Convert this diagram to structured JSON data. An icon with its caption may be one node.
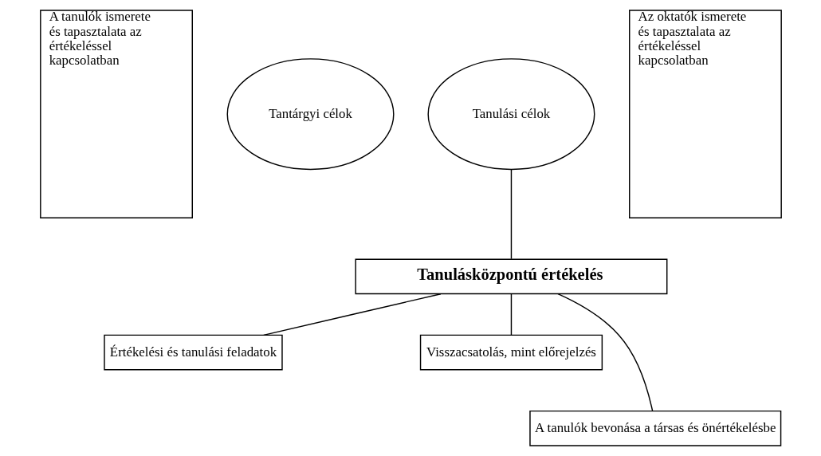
{
  "diagram": {
    "nodes": [
      {
        "text": [
          "A tanulók ismerete és tapasztalata az értékeléssel kapcsolatban"
        ]
      },
      {
        "text": [
          "Tantárgyi célok"
        ]
      },
      {
        "text": [
          "Tanulási célok"
        ]
      },
      {
        "text": [
          "Az oktatók ismerete és tapasztalata az értékeléssel kapcsolatban"
        ]
      },
      {
        "text": [
          "Tanulásközpontú értékelés"
        ]
      },
      {
        "text": [
          "Értékelési és tanulási feladatok"
        ]
      },
      {
        "text": [
          "Visszacsatolás, mint előrejelzés"
        ]
      },
      {
        "text": [
          "A tanulók bevonása a társas és önértékelésbe"
        ]
      }
    ],
    "edges": [
      {
        "from": 2,
        "to": 4,
        "arrow": "none"
      },
      {
        "from": 4,
        "to": 5,
        "arrow": "none"
      },
      {
        "from": 4,
        "to": 6,
        "arrow": "none"
      },
      {
        "from": 4,
        "to": 7,
        "arrow": "none"
      }
    ]
  }
}
